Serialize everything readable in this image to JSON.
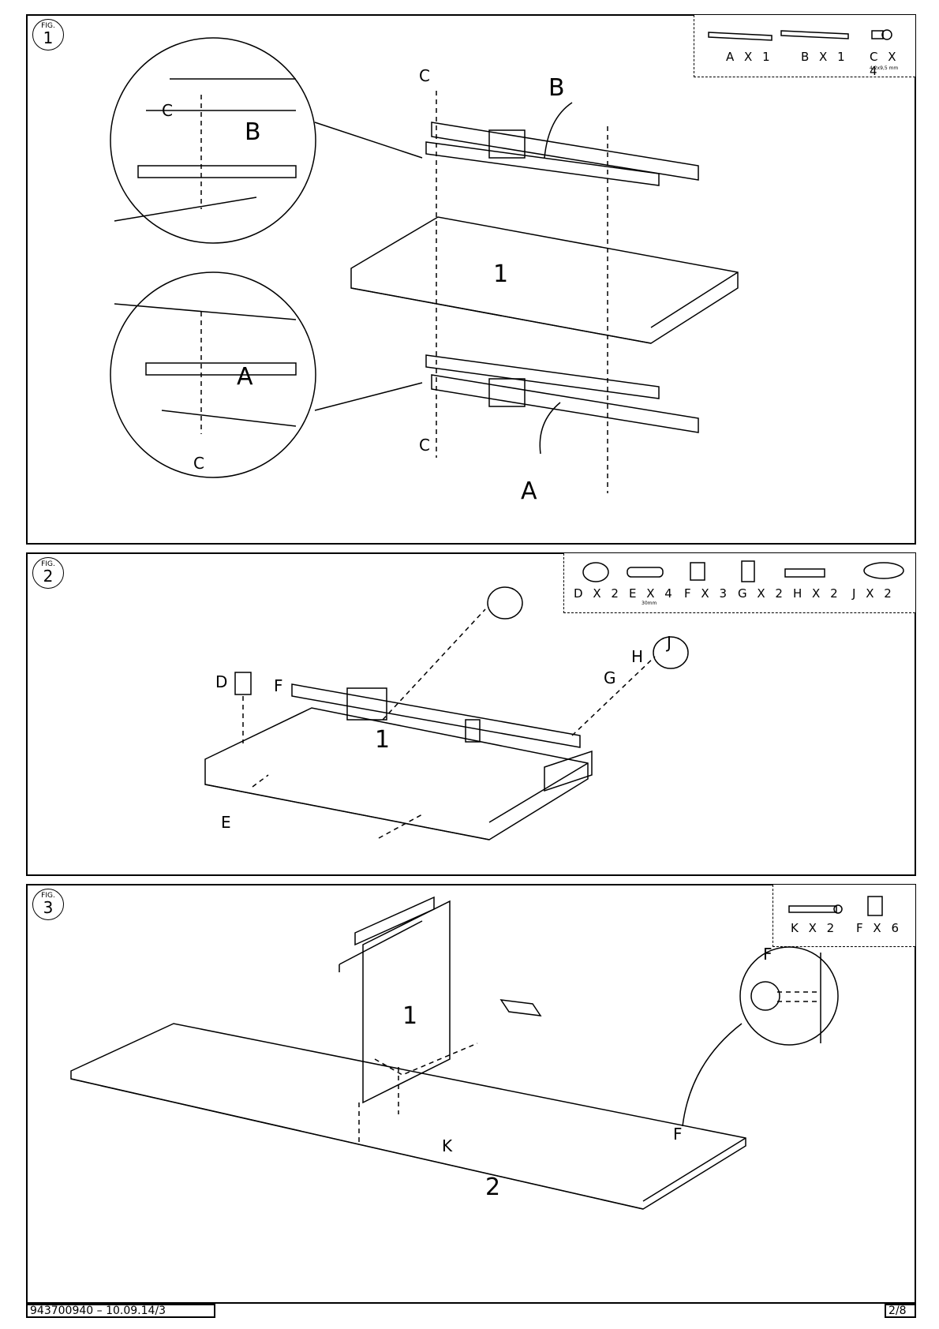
{
  "figures": [
    {
      "fig_label": "FIG.",
      "fig_number": "1",
      "parts": [
        {
          "code": "A X 1"
        },
        {
          "code": "B X 1"
        },
        {
          "code": "C X 4",
          "size": "4,2x9,5 mm"
        }
      ],
      "labels": {
        "c": "C",
        "a": "A",
        "b": "B",
        "board": "1"
      }
    },
    {
      "fig_label": "FIG.",
      "fig_number": "2",
      "parts": [
        {
          "code": "D X 2"
        },
        {
          "code": "E X 4",
          "size": "30mm"
        },
        {
          "code": "F X 3"
        },
        {
          "code": "G X 2"
        },
        {
          "code": "H X 2"
        },
        {
          "code": "J X 2"
        }
      ],
      "labels": {
        "d": "D",
        "e": "E",
        "f": "F",
        "g": "G",
        "h": "H",
        "j": "J",
        "board": "1"
      }
    },
    {
      "fig_label": "FIG.",
      "fig_number": "3",
      "parts": [
        {
          "code": "K X 2"
        },
        {
          "code": "F X 6"
        }
      ],
      "labels": {
        "k": "K",
        "f": "F",
        "board1": "1",
        "board2": "2"
      }
    }
  ],
  "footer": {
    "doc_code": "943700940  –  10.09.14/3",
    "page": "2/8"
  }
}
